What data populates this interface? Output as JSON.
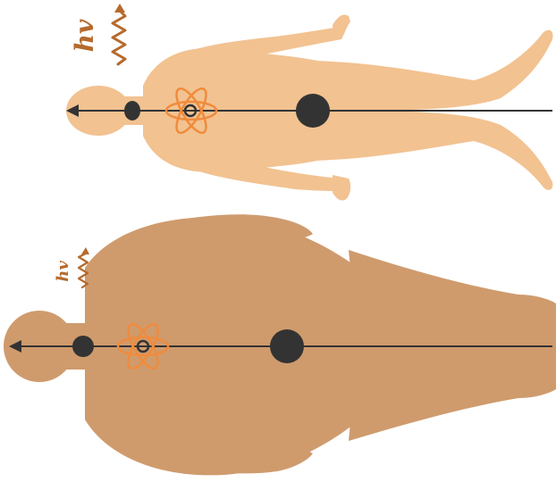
{
  "figures": [
    {
      "id": "slim-body",
      "body_color": "#f2c291",
      "label_text": "hv",
      "label_color": "#b56a2c",
      "wave_color": "#b56a2c",
      "atom_color": "#f08b3c",
      "node_color": "#333333",
      "axis_color": "#333333"
    },
    {
      "id": "large-body",
      "body_color": "#cf9b6d",
      "label_text": "hv",
      "label_color": "#b56a2c",
      "wave_color": "#b56a2c",
      "atom_color": "#f08b3c",
      "node_color": "#333333",
      "axis_color": "#333333"
    }
  ]
}
